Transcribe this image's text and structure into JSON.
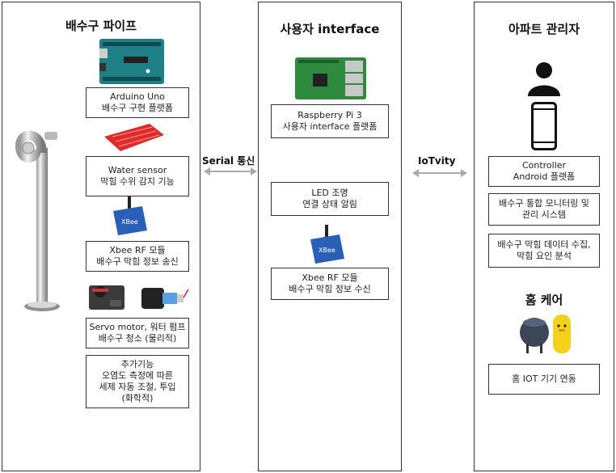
{
  "columns": {
    "pipe": {
      "title": "배수구 파이프",
      "boxes": {
        "arduino": [
          "Arduino Uno",
          "배수구 구현 플랫폼"
        ],
        "water": [
          "Water sensor",
          "막힘 수위 감지 기능"
        ],
        "xbee": [
          "Xbee RF 모듈",
          "배수구 막힘 정보 송신"
        ],
        "servo": [
          "Servo motor, 워터 펌프",
          "배수구 청소 (물리적)"
        ],
        "extra": [
          "추가기능",
          "오염도 측정에 따른",
          "세제 자동 조절, 투입",
          "(화학적)"
        ]
      }
    },
    "user": {
      "title": "사용자 interface",
      "boxes": {
        "rpi": [
          "Raspberry Pi 3",
          "사용자 interface 플랫폼"
        ],
        "led": [
          "LED 조명",
          "연결 상태 알림"
        ],
        "xbee": [
          "Xbee RF 모듈",
          "배수구 막힘 정보 수신"
        ]
      }
    },
    "admin": {
      "title": "아파트 관리자",
      "boxes": {
        "controller": [
          "Controller",
          "Android 플랫폼"
        ],
        "monitor": [
          "배수구 통합 모니터링 및",
          "관리 시스템"
        ],
        "collect": [
          "배수구 막힘 데이터 수집,",
          "막힘 요인 분석"
        ]
      },
      "home_care_title": "홈 케어",
      "home_iot": "홈 IOT 기기 연동"
    }
  },
  "links": {
    "serial": "Serial 통신",
    "iotivity": "IoTvity"
  },
  "colors": {
    "arduino_board": "#1f7f86",
    "rpi_board": "#2e8b3d",
    "water_sensor": "#e02a2a",
    "xbee": "#2a5fb8",
    "arrow": "#a9a9a9"
  }
}
